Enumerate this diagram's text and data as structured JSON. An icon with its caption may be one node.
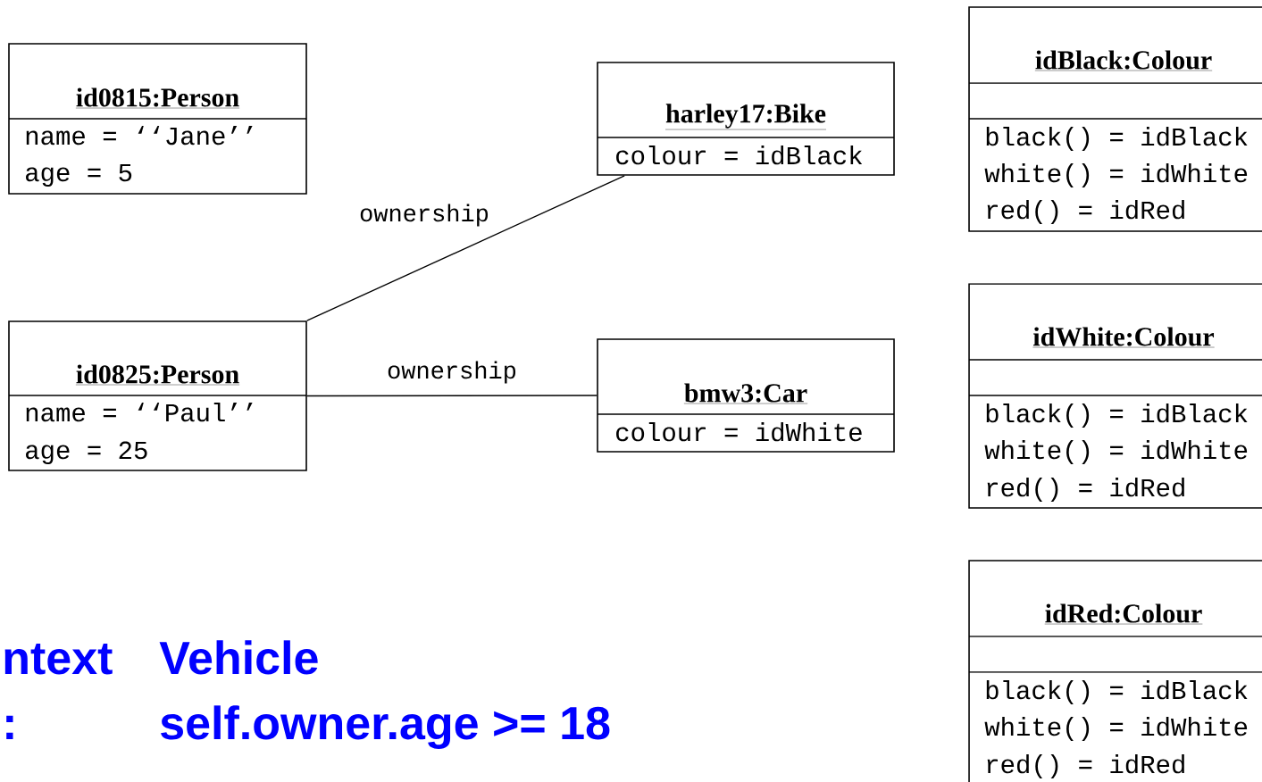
{
  "diagram": {
    "nodes": [
      {
        "text": [
          "id0815:Person",
          "name = ‘‘Jane’’",
          "age = 5"
        ]
      },
      {
        "text": [
          "harley17:Bike",
          "colour = idBlack"
        ]
      },
      {
        "text": [
          "idBlack:Colour",
          "black() = idBlack",
          "white() = idWhite",
          "red() = idRed"
        ]
      },
      {
        "text": [
          "id0825:Person",
          "name = ‘‘Paul’’",
          "age = 25"
        ]
      },
      {
        "text": [
          "bmw3:Car",
          "colour = idWhite"
        ]
      },
      {
        "text": [
          "idWhite:Colour",
          "black() = idBlack",
          "white() = idWhite",
          "red() = idRed"
        ]
      },
      {
        "text": [
          "idRed:Colour",
          "black() = idBlack",
          "white() = idWhite",
          "red() = idRed"
        ]
      }
    ],
    "edges": [
      {
        "from": 3,
        "to": 1,
        "arrow": "none",
        "label": "ownership"
      },
      {
        "from": 3,
        "to": 4,
        "arrow": "none",
        "label": "ownership"
      }
    ],
    "labels": [
      "ntext",
      "Vehicle",
      ":",
      "self.owner.age >= 18"
    ]
  }
}
